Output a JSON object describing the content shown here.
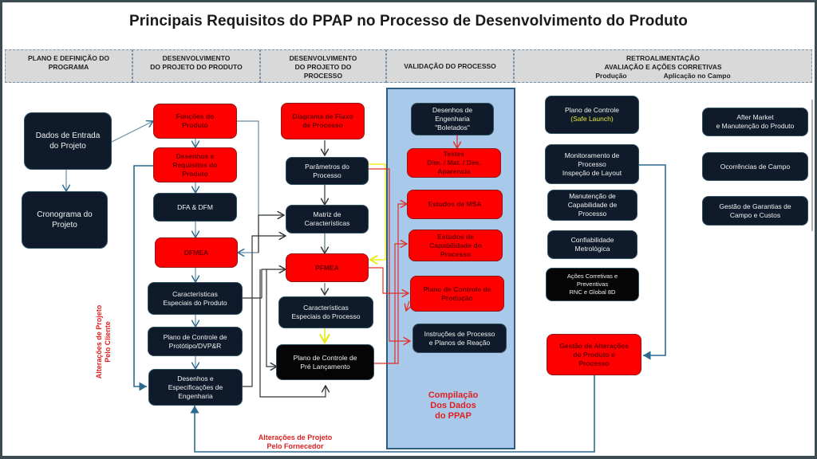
{
  "title": "Principais Requisitos do PPAP no Processo de Desenvolvimento do Produto",
  "phases": [
    {
      "line1": "PLANO E DEFINIÇÃO DO",
      "line2": "PROGRAMA"
    },
    {
      "line1": "DESENVOLVIMENTO",
      "line2": "DO PROJETO DO PRODUTO"
    },
    {
      "line1": "DESENVOLVIMENTO",
      "line2": "DO PROJETO DO",
      "line3": "PROCESSO"
    },
    {
      "line1": "VALIDAÇÃO DO PROCESSO"
    },
    {
      "line1": "RETROALIMENTAÇÃO",
      "line2": "AVALIAÇÃO E AÇÕES CORRETIVAS",
      "sub_left": "Produção",
      "sub_right": "Aplicação no Campo"
    }
  ],
  "programa": {
    "dados_entrada": [
      "Dados de  Entrada",
      "do Projeto"
    ],
    "cronograma": [
      "Cronograma do",
      "Projeto"
    ]
  },
  "produto": {
    "funcoes": [
      "Funções do",
      "Produto"
    ],
    "desenhos_requisitos": [
      "Desenhos e",
      "Requisitos do",
      "Produto"
    ],
    "dfa_dfm": "DFA & DFM",
    "dfmea": "DFMEA",
    "caracteristicas": [
      "Características",
      "Especiais do Produto"
    ],
    "plano_prototipo": [
      "Plano de Controle de",
      "Protótipo/DVP&R"
    ],
    "desenhos_especificacoes": [
      "Desenhos e",
      "Especificações de",
      "Engenharia"
    ]
  },
  "processo": {
    "diagrama_fluxo": [
      "Diagrama de Fluxo",
      "de Processo"
    ],
    "parametros": [
      "Parâmetros do",
      "Processo"
    ],
    "matriz": [
      "Matriz de",
      "Características"
    ],
    "pfmea": "PFMEA",
    "caracteristicas": [
      "Características",
      "Especiais do Processo"
    ],
    "plano_pre_lancamento": [
      "Plano de Controle de",
      "Pré Lançamento"
    ]
  },
  "validacao": {
    "desenhos_boletados": [
      "Desenhos de",
      "Engenharia",
      "\"Boletados\""
    ],
    "testes": [
      "Testes",
      "Dim. / Mat. / Des.",
      "Aparencia"
    ],
    "msa": "Estudos de MSA",
    "capabilidade": [
      "Estudos de",
      "Capabilidade do",
      "Processo"
    ],
    "plano_producao": [
      "Plano de Controle de",
      "Produção"
    ],
    "instrucoes": [
      "Instruções de Processo",
      "e Planos de Reação"
    ],
    "compilacao": [
      "Compilação",
      "Dos Dados",
      "do PPAP"
    ]
  },
  "producao": {
    "plano_controle": "Plano de Controle",
    "safe_launch": "(Safe Launch)",
    "monitoramento": [
      "Monitoramento de",
      "Processo",
      "Inspeção de Layout"
    ],
    "manutencao_capabilidade": [
      "Manutenção de",
      "Capabilidade de",
      "Processo"
    ],
    "confiabilidade": [
      "Confiabilidade",
      "Metrológica"
    ],
    "acoes_corretivas": [
      "Ações Corretivas e",
      "Preventivas",
      "RNC e Global 8D"
    ],
    "gestao_alteracoes": [
      "Gestão de Alterações",
      "do Produto e",
      "Processo"
    ]
  },
  "campo": {
    "after_market": [
      "After Market",
      "e Manutenção do Produto"
    ],
    "ocorrencias": "Ocorrências de Campo",
    "garantias": [
      "Gestão de Garantias de",
      "Campo e Custos"
    ]
  },
  "labels": {
    "alteracoes_cliente": [
      "Alterações de Projeto",
      "Pelo Cliente"
    ],
    "alteracoes_fornecedor": [
      "Alterações de Projeto",
      "Pelo Fornecedor"
    ]
  },
  "colors": {
    "red_box": "#ff0000",
    "dark_box": "#0f1b2b",
    "validation_bg": "#a9c9ea",
    "header_bg": "#d9d9d9",
    "blue_wire": "#2d6a8f",
    "red_wire": "#e0302a",
    "yellow_wire": "#f0f020"
  }
}
